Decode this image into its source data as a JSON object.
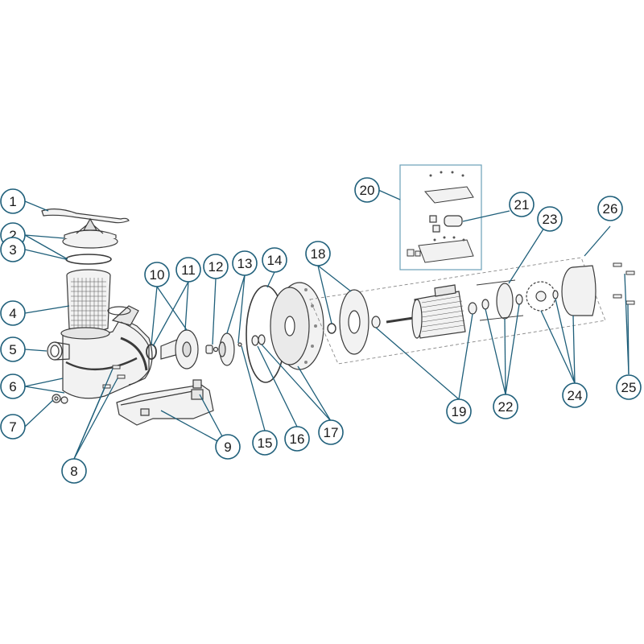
{
  "callouts": [
    {
      "label": "1"
    },
    {
      "label": "2"
    },
    {
      "label": "3"
    },
    {
      "label": "4"
    },
    {
      "label": "5"
    },
    {
      "label": "6"
    },
    {
      "label": "7"
    },
    {
      "label": "8"
    },
    {
      "label": "9"
    },
    {
      "label": "10"
    },
    {
      "label": "11"
    },
    {
      "label": "12"
    },
    {
      "label": "13"
    },
    {
      "label": "14"
    },
    {
      "label": "15"
    },
    {
      "label": "16"
    },
    {
      "label": "17"
    },
    {
      "label": "18"
    },
    {
      "label": "19"
    },
    {
      "label": "20"
    },
    {
      "label": "21"
    },
    {
      "label": "22"
    },
    {
      "label": "23"
    },
    {
      "label": "24"
    },
    {
      "label": "25"
    },
    {
      "label": "26"
    }
  ],
  "colors": {
    "leader": "#1f5f7a",
    "part": "#3a3a3a",
    "part_fill": "#f2f2f2",
    "shadow": "#cfcfcf",
    "dash": "#8a8a8a"
  }
}
